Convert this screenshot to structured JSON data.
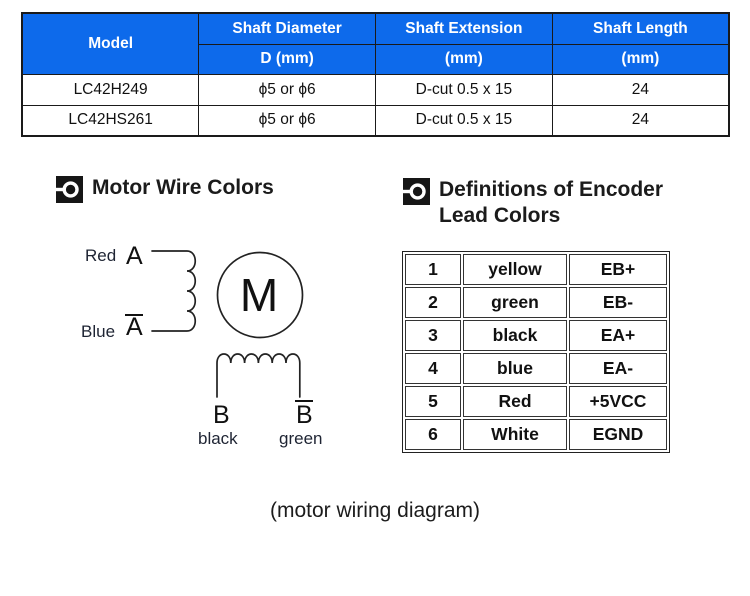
{
  "colors": {
    "header_blue": "#0d6aeb",
    "table_border": "#1a1a1a",
    "text": "#151515"
  },
  "spec_table": {
    "model_header": "Model",
    "columns": [
      {
        "title": "Shaft Diameter",
        "unit": "D (mm)"
      },
      {
        "title": "Shaft Extension",
        "unit": "(mm)"
      },
      {
        "title": "Shaft Length",
        "unit": "(mm)"
      }
    ],
    "rows": [
      {
        "model": "LC42H249",
        "diameter": "ϕ5 or ϕ6",
        "extension": "D-cut 0.5 x 15",
        "length": "24"
      },
      {
        "model": "LC42HS261",
        "diameter": "ϕ5 or ϕ6",
        "extension": "D-cut 0.5 x 15",
        "length": "24"
      }
    ]
  },
  "sections": {
    "motor_wire": {
      "title": "Motor Wire Colors"
    },
    "encoder": {
      "title_line1": "Definitions of Encoder",
      "title_line2": "Lead Colors"
    }
  },
  "wiring_diagram": {
    "phase_a_top_color": "Red",
    "phase_a_top_terminal": "A",
    "phase_a_bottom_color": "Blue",
    "phase_a_bottom_terminal": "A",
    "motor_symbol": "M",
    "phase_b_left_terminal": "B",
    "phase_b_right_terminal": "B",
    "phase_b_left_color": "black",
    "phase_b_right_color": "green"
  },
  "encoder_table": {
    "rows": [
      {
        "pin": "1",
        "color": "yellow",
        "signal": "EB+"
      },
      {
        "pin": "2",
        "color": "green",
        "signal": "EB-"
      },
      {
        "pin": "3",
        "color": "black",
        "signal": "EA+"
      },
      {
        "pin": "4",
        "color": "blue",
        "signal": "EA-"
      },
      {
        "pin": "5",
        "color": "Red",
        "signal": "+5VCC"
      },
      {
        "pin": "6",
        "color": "White",
        "signal": "EGND"
      }
    ]
  },
  "caption": "(motor wiring diagram)"
}
